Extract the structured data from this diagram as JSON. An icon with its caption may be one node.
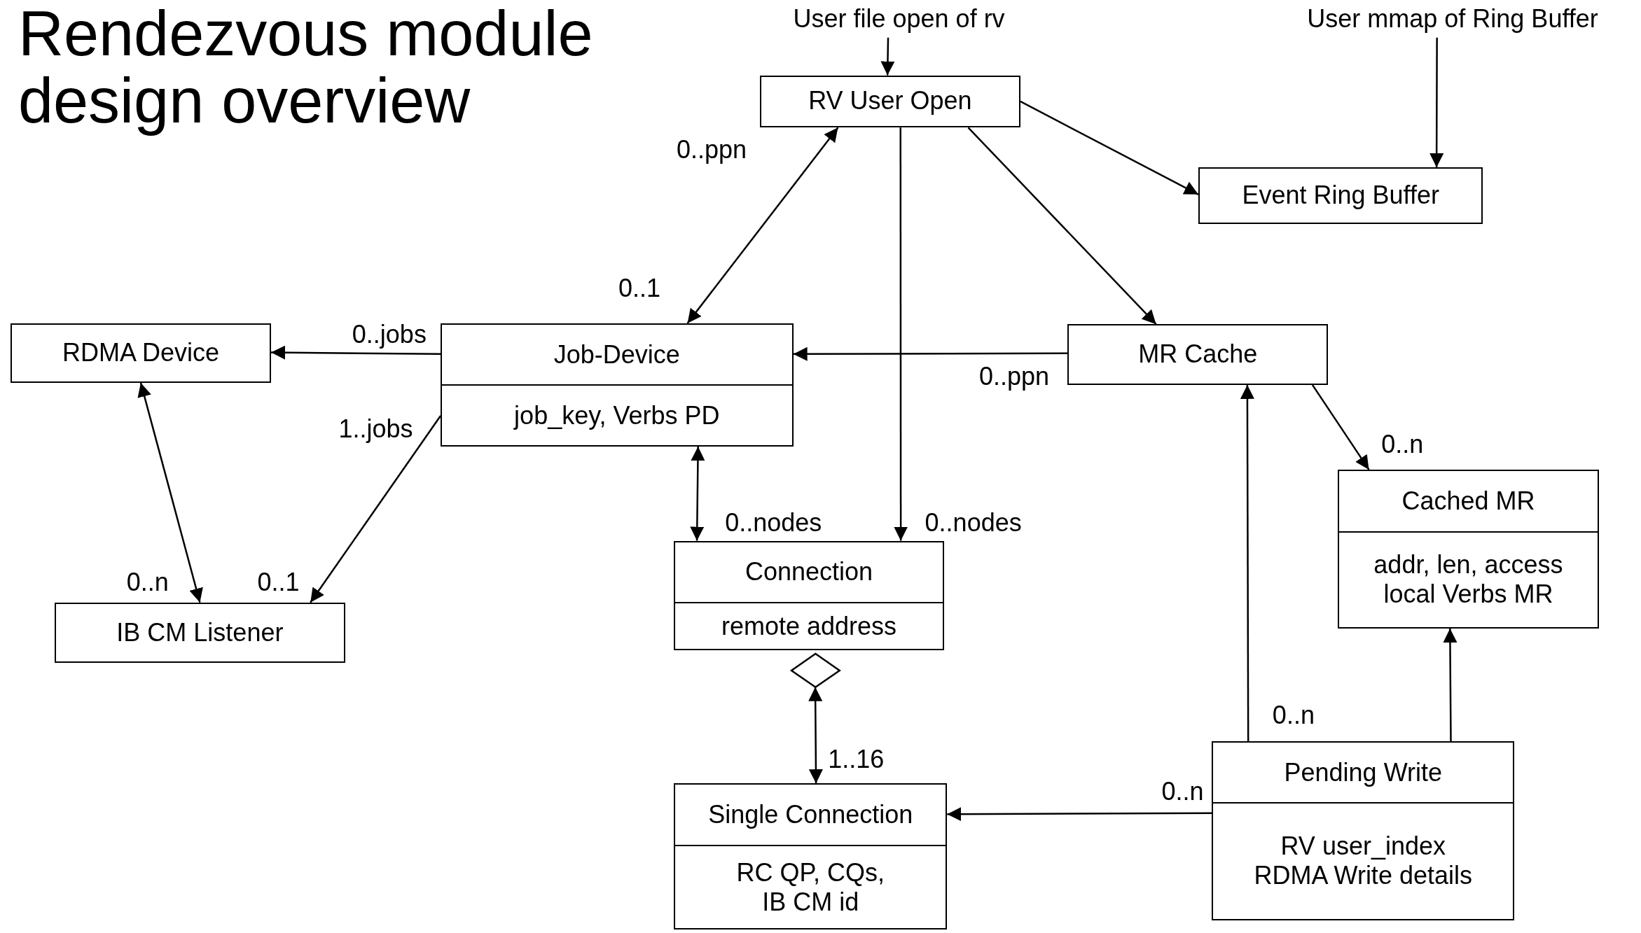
{
  "diagram": {
    "title": "Rendezvous module design overview",
    "nodes": [
      {
        "text": [
          "User file open of rv"
        ]
      },
      {
        "text": [
          "User mmap of Ring Buffer"
        ]
      },
      {
        "text": [
          "RV User Open"
        ]
      },
      {
        "text": [
          "Event Ring Buffer"
        ]
      },
      {
        "text": [
          "RDMA Device"
        ]
      },
      {
        "text": [
          "Job-Device",
          "job_key, Verbs PD"
        ]
      },
      {
        "text": [
          "MR Cache"
        ]
      },
      {
        "text": [
          "Cached MR",
          "addr, len, access local Verbs MR"
        ]
      },
      {
        "text": [
          "IB CM Listener"
        ]
      },
      {
        "text": [
          "Connection",
          "remote address"
        ]
      },
      {
        "text": [],
        "shape": "diamond"
      },
      {
        "text": [
          "Pending Write",
          "RV user_index RDMA Write details"
        ]
      },
      {
        "text": [
          "Single Connection",
          "RC QP, CQs, IB CM id"
        ]
      }
    ],
    "edges": [
      {
        "from": 0,
        "to": 2,
        "arrow": "to"
      },
      {
        "from": 1,
        "to": 3,
        "arrow": "to"
      },
      {
        "from": 2,
        "to": 3,
        "arrow": "to"
      },
      {
        "from": 2,
        "to": 5,
        "arrow": "both"
      },
      {
        "from": 2,
        "to": 6,
        "arrow": "to"
      },
      {
        "from": 2,
        "to": 9,
        "arrow": "to"
      },
      {
        "from": 5,
        "to": 4,
        "arrow": "to"
      },
      {
        "from": 6,
        "to": 5,
        "arrow": "to"
      },
      {
        "from": 4,
        "to": 8,
        "arrow": "both"
      },
      {
        "from": 5,
        "to": 8,
        "arrow": "to"
      },
      {
        "from": 5,
        "to": 9,
        "arrow": "both"
      },
      {
        "from": 6,
        "to": 7,
        "arrow": "to"
      },
      {
        "from": 10,
        "to": 12,
        "arrow": "both"
      },
      {
        "from": 11,
        "to": 6,
        "arrow": "to"
      },
      {
        "from": 11,
        "to": 7,
        "arrow": "to"
      },
      {
        "from": 11,
        "to": 12,
        "arrow": "to"
      }
    ],
    "labels": [
      "0..ppn",
      "0..1",
      "0..jobs",
      "0..ppn",
      "1..jobs",
      "0..n",
      "0..nodes",
      "0..nodes",
      "0..n",
      "0..1",
      "0..n",
      "1..16",
      "0..n"
    ]
  }
}
